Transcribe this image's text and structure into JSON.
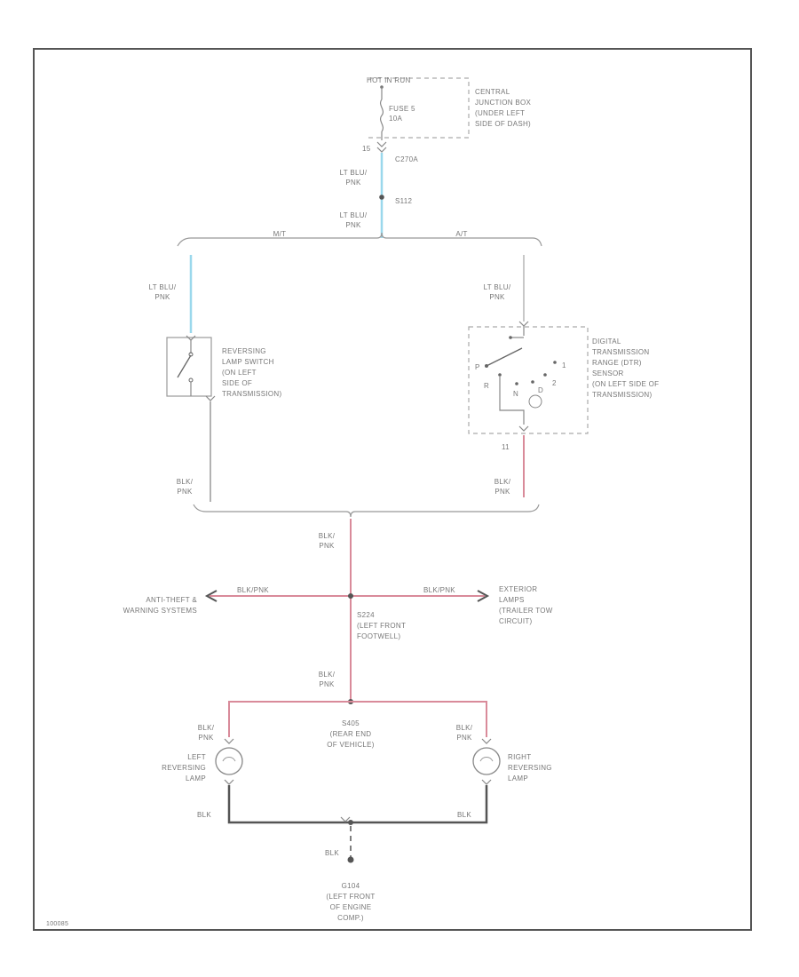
{
  "header": {
    "hot_in_run": "HOT IN RUN",
    "fuse_label": "FUSE 5",
    "fuse_rating": "10A",
    "junction_box": [
      "CENTRAL",
      "JUNCTION BOX",
      "(UNDER LEFT",
      "SIDE OF DASH)"
    ]
  },
  "wiring": {
    "pin_15": "15",
    "connector_c270a": "C270A",
    "wire_lt_blu_pnk_1": [
      "LT BLU/",
      "PNK"
    ],
    "splice_s112": "S112",
    "wire_lt_blu_pnk_2": [
      "LT BLU/",
      "PNK"
    ],
    "branch_mt": "M/T",
    "branch_at": "A/T",
    "wire_lt_blu_pnk_left": [
      "LT BLU/",
      "PNK"
    ],
    "wire_lt_blu_pnk_right": [
      "LT BLU/",
      "PNK"
    ],
    "wire_blk_pnk_left": [
      "BLK/",
      "PNK"
    ],
    "wire_blk_pnk_right": [
      "BLK/",
      "PNK"
    ],
    "pin_11": "11",
    "wire_blk_pnk_center": [
      "BLK/",
      "PNK"
    ],
    "wire_blk_pnk_lower": [
      "BLK/",
      "PNK"
    ],
    "wire_blk_pnk_left_lamp": [
      "BLK/",
      "PNK"
    ],
    "wire_blk_pnk_right_lamp": [
      "BLK/",
      "PNK"
    ],
    "wire_blk_left": "BLK",
    "wire_blk_right": "BLK",
    "wire_blk_ground": "BLK",
    "wire_blk_pnk_h_left": "BLK/PNK",
    "wire_blk_pnk_h_right": "BLK/PNK"
  },
  "components": {
    "reversing_switch": [
      "REVERSING",
      "LAMP SWITCH",
      "(ON LEFT",
      "SIDE OF",
      "TRANSMISSION)"
    ],
    "range_sensor": [
      "DIGITAL",
      "TRANSMISSION",
      "RANGE (DTR)",
      "SENSOR",
      "(ON LEFT SIDE OF",
      "TRANSMISSION)"
    ],
    "sensor_letters": {
      "p": "P",
      "r": "R",
      "n": "N",
      "d": "D",
      "two": "2",
      "one": "1"
    },
    "anti_theft": [
      "ANTI-THEFT &",
      "WARNING SYSTEMS"
    ],
    "exterior_lamps": [
      "EXTERIOR",
      "LAMPS",
      "(TRAILER TOW",
      "CIRCUIT)"
    ],
    "splice_s224": [
      "S224",
      "(LEFT FRONT",
      "FOOTWELL)"
    ],
    "splice_s405": [
      "S405",
      "(REAR END",
      "OF VEHICLE)"
    ],
    "left_lamp": [
      "LEFT",
      "REVERSING",
      "LAMP"
    ],
    "right_lamp": [
      "RIGHT",
      "REVERSING",
      "LAMP"
    ],
    "ground_g104": [
      "G104",
      "(LEFT FRONT",
      "OF ENGINE",
      "COMP.)"
    ],
    "diagram_id": "100085"
  },
  "colors": {
    "frame": "#555555",
    "wire_gray": "#888888",
    "wire_blue": "#9ad8ec",
    "wire_pink": "#d98b9a",
    "text": "#777777"
  }
}
